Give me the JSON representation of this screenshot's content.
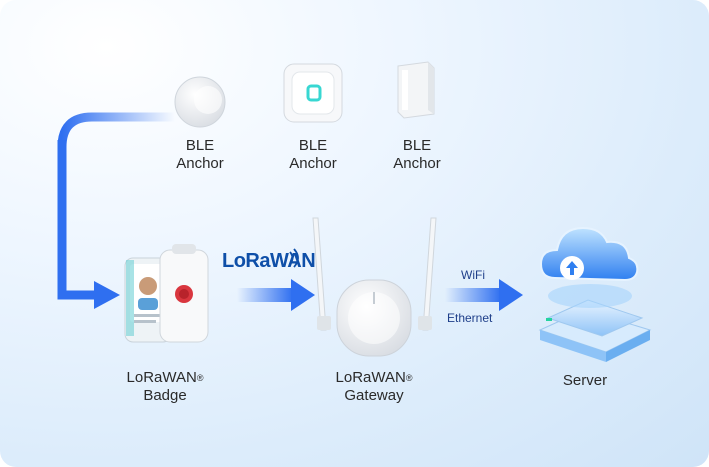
{
  "anchors": [
    {
      "line1": "BLE",
      "line2": "Anchor"
    },
    {
      "line1": "BLE",
      "line2": "Anchor"
    },
    {
      "line1": "BLE",
      "line2": "Anchor"
    }
  ],
  "lorawan_logo": "LoRaWAN",
  "badge": {
    "line1": "LoRaWAN",
    "reg": "®",
    "line2": "Badge"
  },
  "gateway": {
    "line1": "LoRaWAN",
    "reg": "®",
    "line2": "Gateway"
  },
  "link_wifi": "WiFi",
  "link_ethernet": "Ethernet",
  "server_label": "Server",
  "colors": {
    "arrow": "#2f6ff0",
    "accent": "#1a7bd8",
    "logo_blue": "#0f4fa8"
  }
}
